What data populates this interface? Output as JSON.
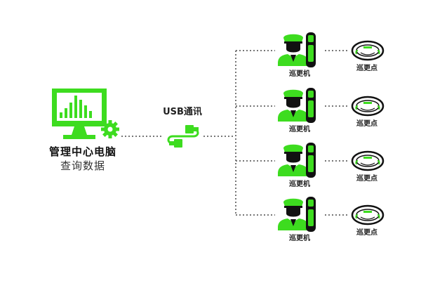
{
  "pc": {
    "title": "管理中心电脑",
    "subtitle": "查询数据"
  },
  "link": {
    "label": "USB通讯"
  },
  "rows": [
    {
      "device": "巡更机",
      "point": "巡更点"
    },
    {
      "device": "巡更机",
      "point": "巡更点"
    },
    {
      "device": "巡更机",
      "point": "巡更点"
    },
    {
      "device": "巡更机",
      "point": "巡更点"
    }
  ],
  "colors": {
    "green": "#3ddc1f",
    "black": "#111111",
    "dots": "#777777"
  }
}
